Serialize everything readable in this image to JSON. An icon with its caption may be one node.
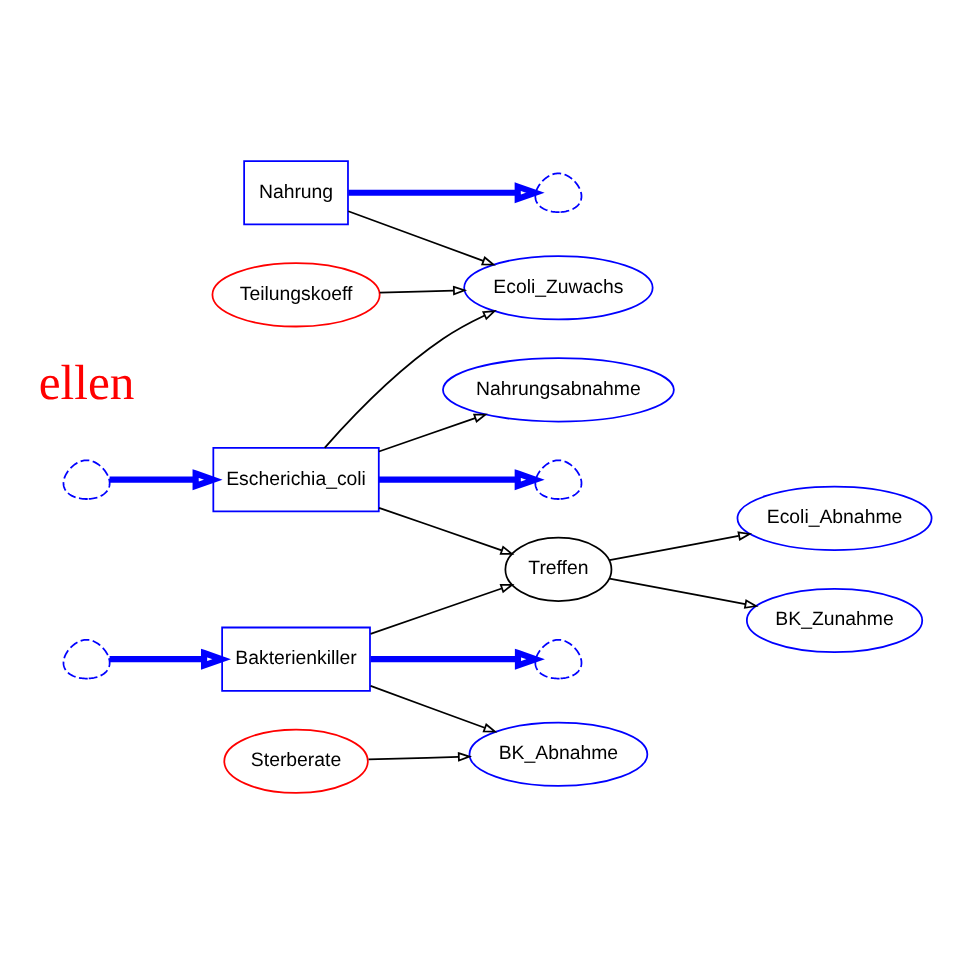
{
  "diagram": {
    "nodes": [
      {
        "text": [
          "Nahrung"
        ]
      },
      {
        "text": [
          "Nahrungsabnahme"
        ]
      },
      {
        "text": [],
        "shape": "cloud"
      },
      {
        "text": [],
        "shape": "cloud"
      },
      {
        "text": [
          "Escherichia_coli"
        ]
      },
      {
        "text": [
          "Ecoli_Zuwachs"
        ]
      },
      {
        "text": [
          "Ecoli_Abnahme"
        ]
      },
      {
        "text": [],
        "shape": "cloud"
      },
      {
        "text": [
          "Teilungskoeff"
        ]
      },
      {
        "text": [
          "Treffen"
        ]
      },
      {
        "text": [],
        "shape": "cloud"
      },
      {
        "text": [
          "Bakterienkiller"
        ]
      },
      {
        "text": [
          "BK_Zunahme"
        ]
      },
      {
        "text": [
          "BK_Abnahme"
        ]
      },
      {
        "text": [],
        "shape": "cloud"
      },
      {
        "text": [
          "Sterberate"
        ]
      }
    ],
    "edges": [
      {
        "from": 0,
        "to": 2,
        "arrow": "to",
        "style": "thick",
        "color": "#0000ff"
      },
      {
        "from": 3,
        "to": 4,
        "arrow": "to",
        "style": "thick",
        "color": "#0000ff"
      },
      {
        "from": 4,
        "to": 7,
        "arrow": "to",
        "style": "thick",
        "color": "#0000ff"
      },
      {
        "from": 10,
        "to": 11,
        "arrow": "to",
        "style": "thick",
        "color": "#0000ff"
      },
      {
        "from": 11,
        "to": 14,
        "arrow": "to",
        "style": "thick",
        "color": "#0000ff"
      },
      {
        "from": 0,
        "to": 5,
        "arrow": "to"
      },
      {
        "from": 4,
        "to": 1,
        "arrow": "to"
      },
      {
        "from": 4,
        "to": 5,
        "arrow": "to"
      },
      {
        "from": 8,
        "to": 5,
        "arrow": "to"
      },
      {
        "from": 4,
        "to": 9,
        "arrow": "to"
      },
      {
        "from": 9,
        "to": 6,
        "arrow": "to"
      },
      {
        "from": 11,
        "to": 9,
        "arrow": "to"
      },
      {
        "from": 9,
        "to": 12,
        "arrow": "to"
      },
      {
        "from": 11,
        "to": 13,
        "arrow": "to"
      },
      {
        "from": 15,
        "to": 13,
        "arrow": "to"
      }
    ],
    "labels": [
      "ellen"
    ]
  }
}
